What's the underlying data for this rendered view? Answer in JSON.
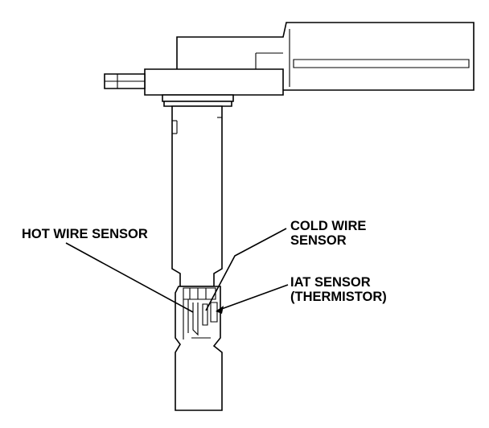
{
  "diagram": {
    "labels": {
      "hot_wire": "HOT WIRE SENSOR",
      "cold_wire_line1": "COLD WIRE",
      "cold_wire_line2": "SENSOR",
      "iat_line1": "IAT SENSOR",
      "iat_line2": "(THERMISTOR)"
    }
  }
}
